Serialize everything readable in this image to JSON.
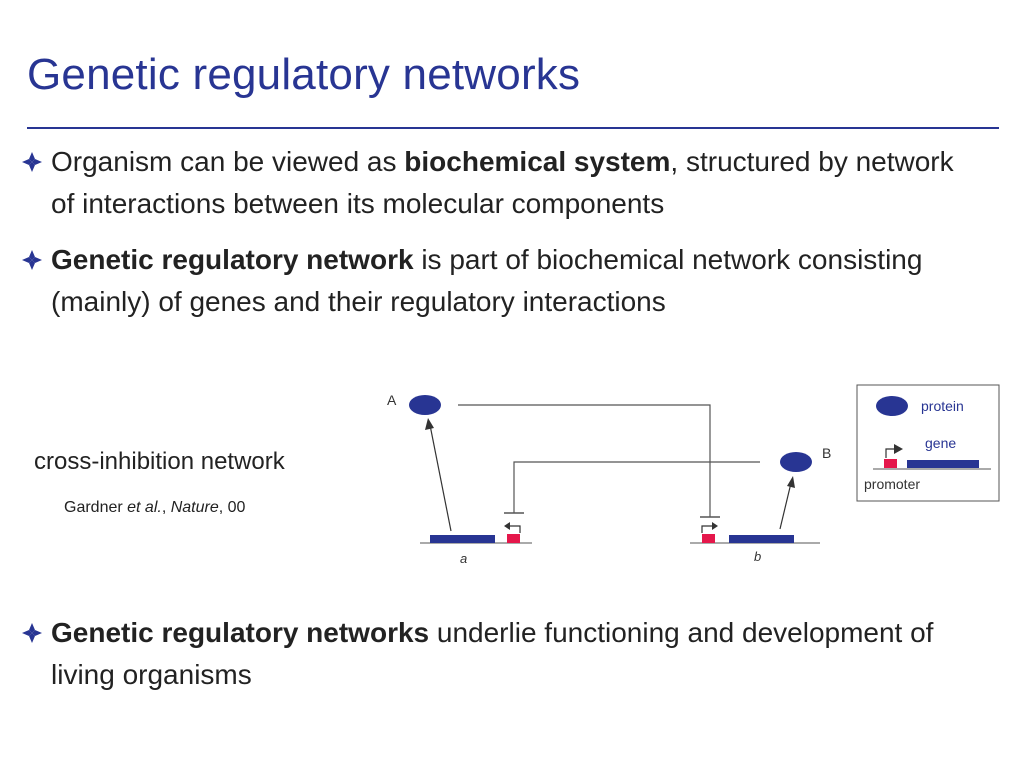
{
  "slide": {
    "title": "Genetic regulatory networks",
    "colors": {
      "title": "#283593",
      "bullet_mark": "#283593",
      "gene": "#283593",
      "promoter": "#e5174b",
      "line": "#555555"
    },
    "bullets": [
      {
        "pre": "Organism can be viewed as ",
        "bold": "biochemical system",
        "post": ", structured by network of interactions between its molecular components"
      },
      {
        "pre": "",
        "bold": "Genetic regulatory network",
        "post": " is part of biochemical network consisting (mainly) of genes and their regulatory interactions"
      },
      {
        "pre": "",
        "bold": "Genetic regulatory networks",
        "post": " underlie functioning and development of living organisms"
      }
    ],
    "caption": "cross-inhibition network",
    "citation": {
      "authors": "Gardner ",
      "etal": "et al.",
      "sep1": ", ",
      "journal": "Nature",
      "year": ", 00"
    }
  },
  "diagram": {
    "protein_a_label": "A",
    "protein_b_label": "B",
    "gene_a_label": "a",
    "gene_b_label": "b"
  },
  "legend": {
    "protein_label": "protein",
    "gene_label": "gene",
    "promoter_label": "promoter"
  }
}
